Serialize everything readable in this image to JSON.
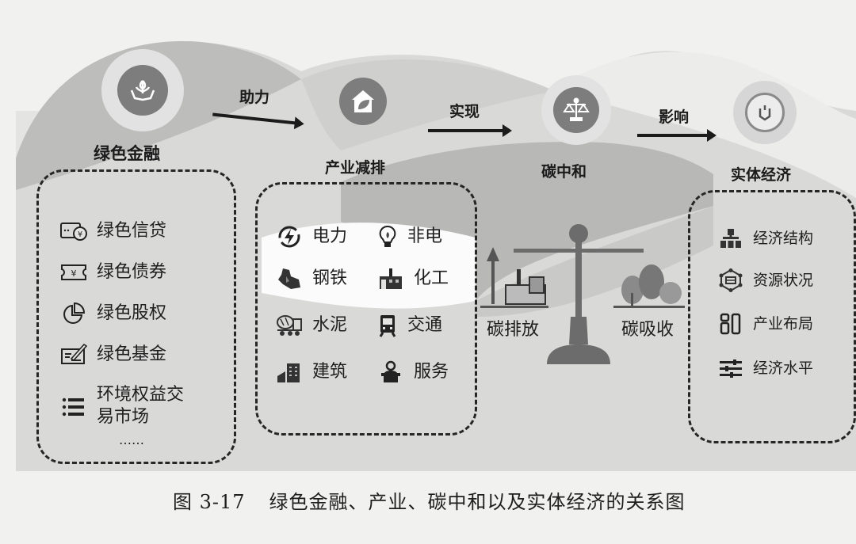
{
  "nodes": [
    {
      "id": "green-finance",
      "title": "绿色金融",
      "icon": "plant-in-hands-icon"
    },
    {
      "id": "industry-reduction",
      "title": "产业减排",
      "icon": "eco-house-icon"
    },
    {
      "id": "carbon-neutrality",
      "title": "碳中和",
      "icon": "balance-scale-icon"
    },
    {
      "id": "real-economy",
      "title": "实体经济",
      "icon": "hexagon-cube-icon"
    }
  ],
  "arrows": [
    {
      "label": "助力",
      "from": "绿色金融",
      "to": "产业减排"
    },
    {
      "label": "实现",
      "from": "产业减排",
      "to": "碳中和"
    },
    {
      "label": "影响",
      "from": "碳中和",
      "to": "实体经济"
    }
  ],
  "green_finance_items": [
    {
      "label": "绿色信贷",
      "icon": "card-yen-icon"
    },
    {
      "label": "绿色债券",
      "icon": "ticket-yen-icon"
    },
    {
      "label": "绿色股权",
      "icon": "pie-chart-icon"
    },
    {
      "label": "绿色基金",
      "icon": "pen-document-icon"
    },
    {
      "label_line1": "环境权益交",
      "label_line2": "易市场",
      "icon": "list-icon"
    },
    {
      "label": "……"
    }
  ],
  "industry_items": [
    {
      "label": "电力",
      "icon": "lightning-icon"
    },
    {
      "label": "非电",
      "icon": "light-bulb-icon"
    },
    {
      "label": "钢铁",
      "icon": "steel-ladle-icon"
    },
    {
      "label": "化工",
      "icon": "factory-icon"
    },
    {
      "label": "水泥",
      "icon": "cement-truck-icon"
    },
    {
      "label": "交通",
      "icon": "train-icon"
    },
    {
      "label": "建筑",
      "icon": "building-icon"
    },
    {
      "label": "服务",
      "icon": "service-desk-icon"
    }
  ],
  "carbon_scale": {
    "left_label": "碳排放",
    "right_label": "碳吸收"
  },
  "economy_items": [
    {
      "label": "经济结构",
      "icon": "hierarchy-icon"
    },
    {
      "label": "资源状况",
      "icon": "network-hexagon-icon"
    },
    {
      "label": "产业布局",
      "icon": "layout-blocks-icon"
    },
    {
      "label": "经济水平",
      "icon": "sliders-icon"
    }
  ],
  "caption": {
    "number": "图 3-17",
    "text": "绿色金融、产业、碳中和以及实体经济的关系图"
  }
}
